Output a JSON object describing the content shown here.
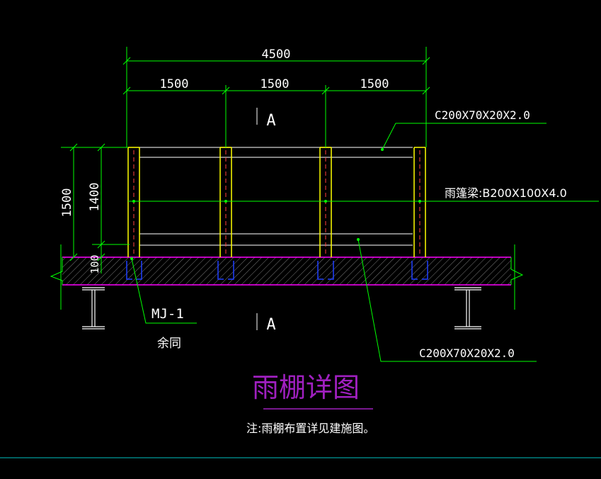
{
  "dimensions": {
    "total": "4500",
    "spans": [
      "1500",
      "1500",
      "1500"
    ],
    "height_outer": "1500",
    "height_inner": "1400",
    "slab": "100"
  },
  "section_marks": {
    "top": "A",
    "bottom": "A"
  },
  "labels": {
    "purlin_top": "C200X70X20X2.0",
    "canopy_beam": "雨篷梁:B200X100X4.0",
    "purlin_bottom": "C200X70X20X2.0",
    "embed_part": "MJ-1",
    "embed_note": "余同"
  },
  "title": "雨棚详图",
  "note": "注:雨棚布置详见建施图。",
  "colors": {
    "background": "#000000",
    "dimension": "#00ff00",
    "column": "#ffff00",
    "slab": "#ff00ff",
    "anchor": "#0000ff",
    "title": "#a020c0",
    "frame": "#00c0c0"
  }
}
